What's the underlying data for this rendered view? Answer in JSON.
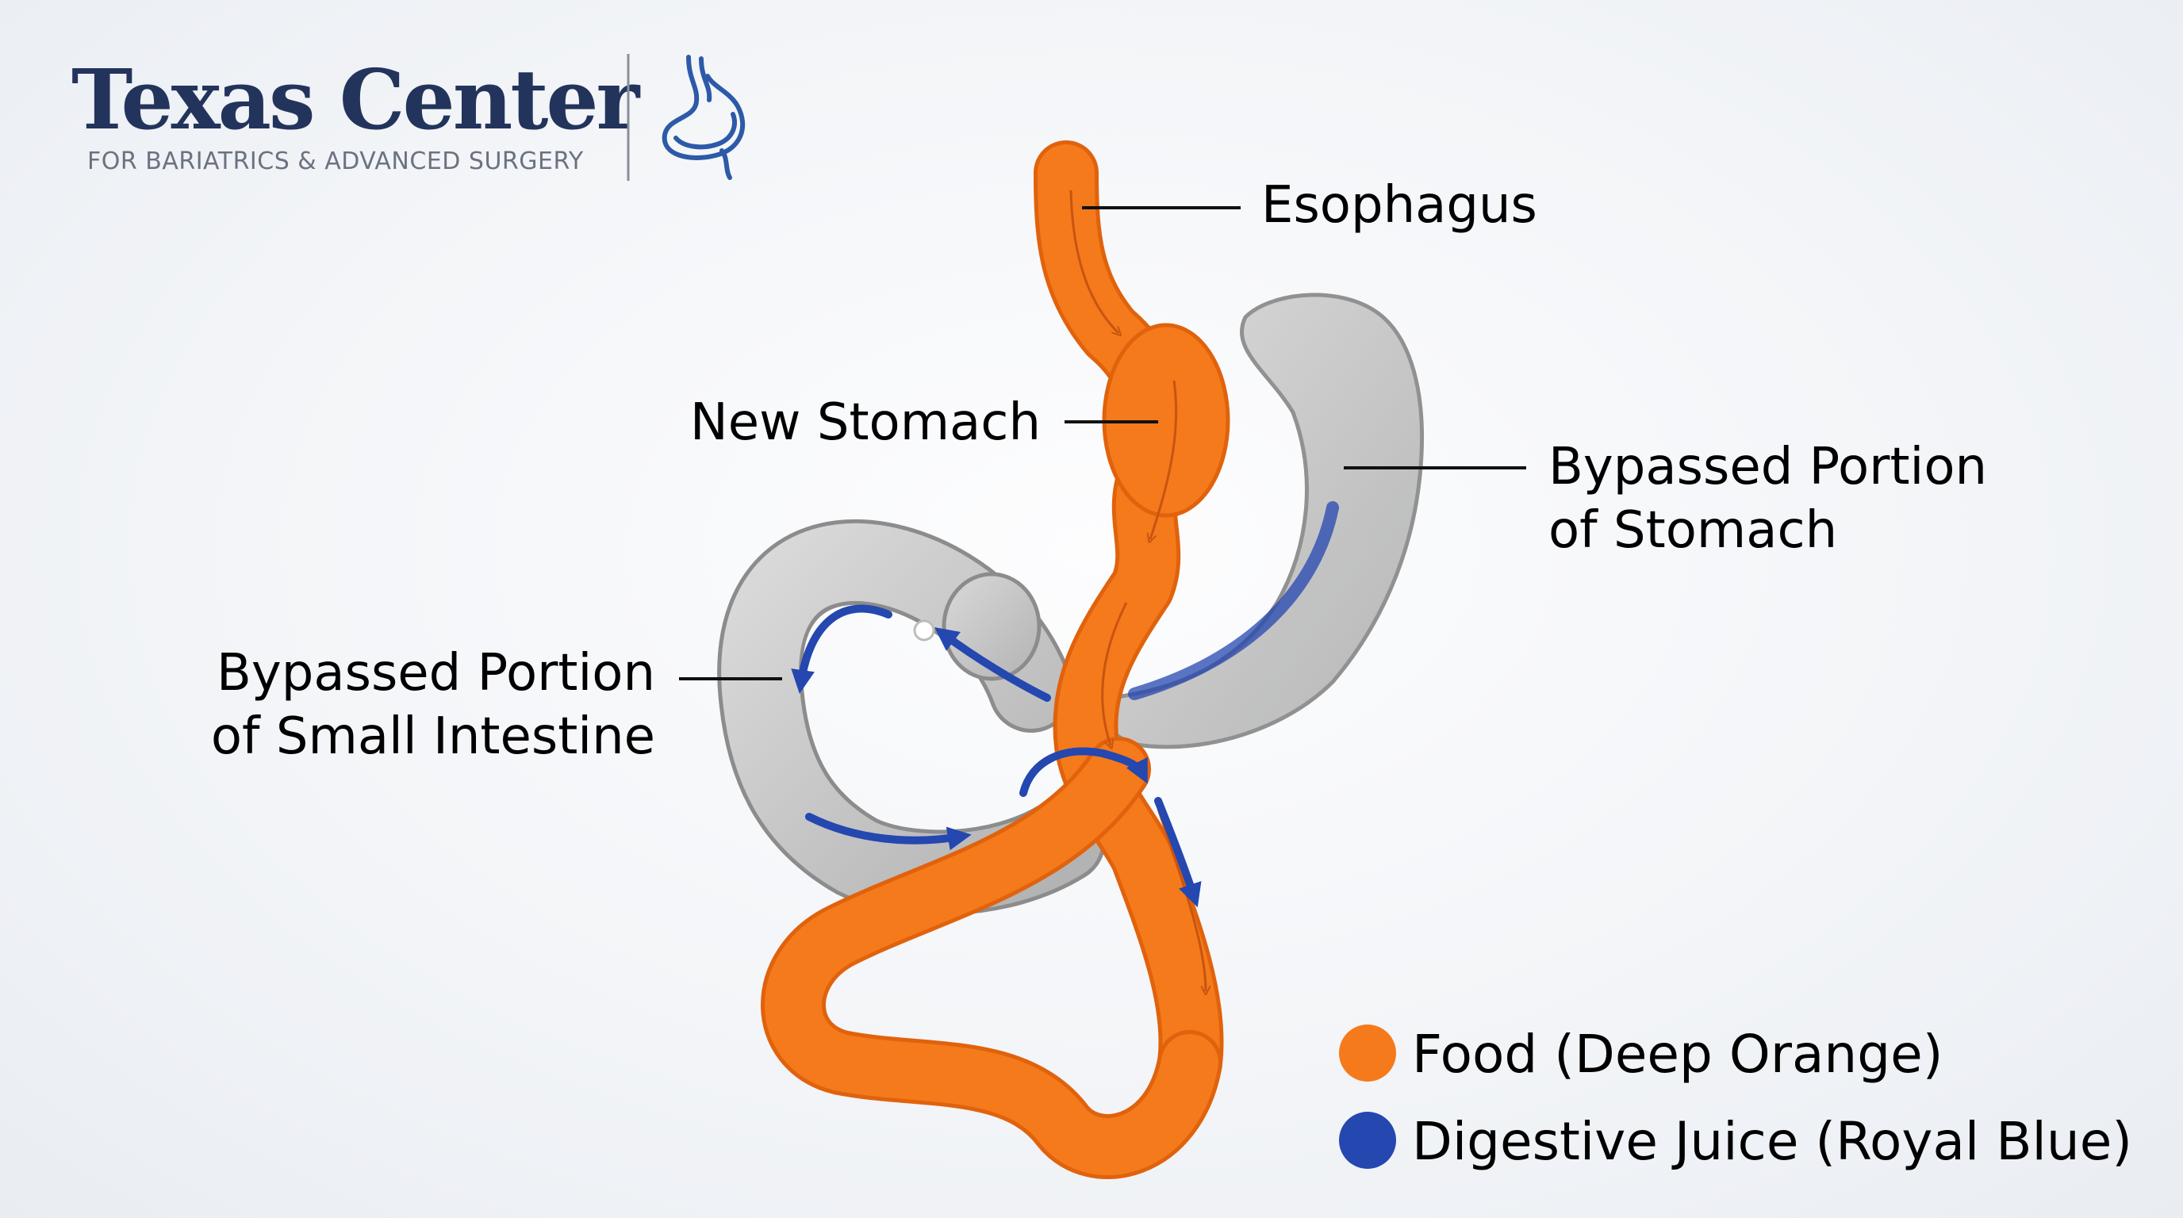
{
  "brand": {
    "name": "Texas Center",
    "tagline": "FOR BARIATRICS & ADVANCED SURGERY",
    "icon": "stomach-icon"
  },
  "labels": {
    "esophagus": "Esophagus",
    "new_stomach": "New Stomach",
    "bypassed_stomach_line1": "Bypassed Portion",
    "bypassed_stomach_line2": "of Stomach",
    "bypassed_intestine_line1": "Bypassed Portion",
    "bypassed_intestine_line2": "of Small Intestine"
  },
  "legend": {
    "items": [
      {
        "label": "Food (Deep Orange)",
        "color": "#f47a1c"
      },
      {
        "label": "Digestive Juice (Royal Blue)",
        "color": "#2447b0"
      }
    ]
  },
  "colors": {
    "brand_navy": "#23345c",
    "brand_gray": "#6b7280",
    "brand_icon_blue": "#2d5aa8",
    "food_orange": "#f47a1c",
    "food_outline": "#e0620c",
    "organ_gray": "#c4c4c4",
    "organ_outline": "#8c8c8c",
    "juice_blue": "#2447b0",
    "leader_line": "#111111"
  }
}
